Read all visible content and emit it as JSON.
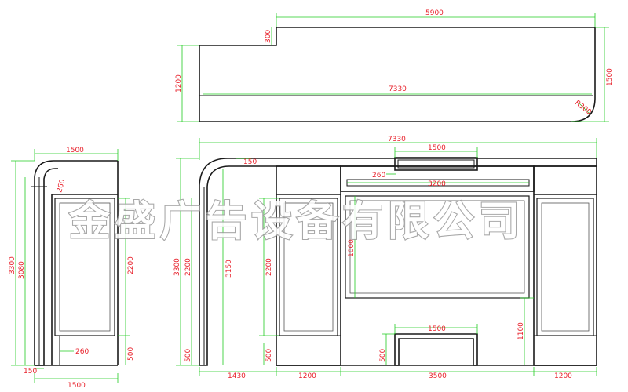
{
  "watermark": "金盛广告设备有限公司",
  "colors": {
    "line": "#1a1a1a",
    "dimension": "#22cc22",
    "dim_text": "#e8202a",
    "watermark_stroke": "#9a9a9a"
  },
  "top_view": {
    "total_width": "5900",
    "step": "300",
    "depth_left": "1200",
    "depth_right": "1500",
    "inner_length": "7330",
    "corner_radius": "R300"
  },
  "side_view": {
    "width_top": "1500",
    "top_edge": "260",
    "height_total": "3300",
    "height_left": "3080",
    "panel_height": "2200",
    "base_height": "500",
    "base_step": "260",
    "leg": "150",
    "width_bottom": "1500"
  },
  "front_view": {
    "total_width": "7330",
    "sign_width": "1500",
    "top_thickness": "150",
    "drawer_offset": "260",
    "front_panel_width": "3200",
    "height_total": "3300",
    "height_panel": "2200",
    "height_curve": "3150",
    "base_left": "500",
    "cabinet_height": "2200",
    "cabinet_base": "500",
    "center_height": "1000",
    "bench_width": "1500",
    "bench_height": "500",
    "right_base": "1100",
    "seg_left": "1430",
    "seg_cab_left": "1200",
    "seg_center": "3500",
    "seg_cab_right": "1200"
  }
}
